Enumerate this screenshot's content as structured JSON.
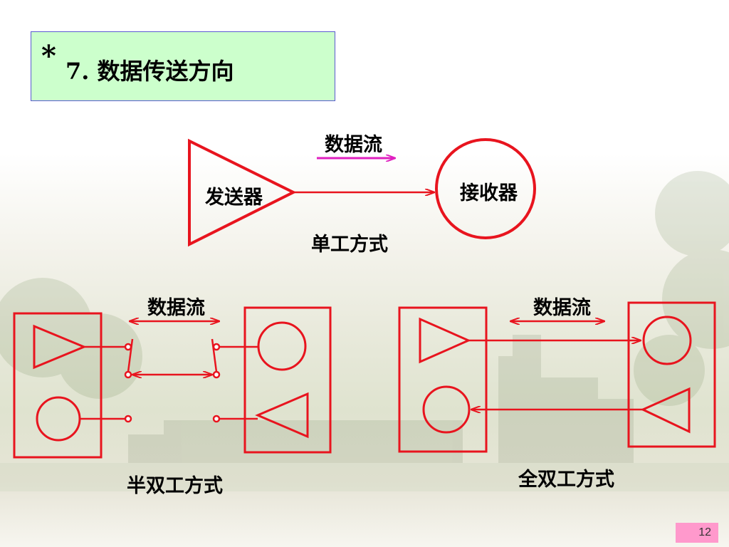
{
  "title": {
    "star": "*",
    "text": "7. 数据传送方向"
  },
  "simplex": {
    "sender_label": "发送器",
    "receiver_label": "接收器",
    "flow_label": "数据流",
    "mode_label": "单工方式"
  },
  "half_duplex": {
    "flow_label": "数据流",
    "mode_label": "半双工方式"
  },
  "full_duplex": {
    "flow_label": "数据流",
    "mode_label": "全双工方式"
  },
  "page_number": "12",
  "colors": {
    "stroke": "#e8141e",
    "flow_arrow": "#e020c0",
    "title_bg": "#ccffcc",
    "page_badge": "#ff99cc"
  }
}
